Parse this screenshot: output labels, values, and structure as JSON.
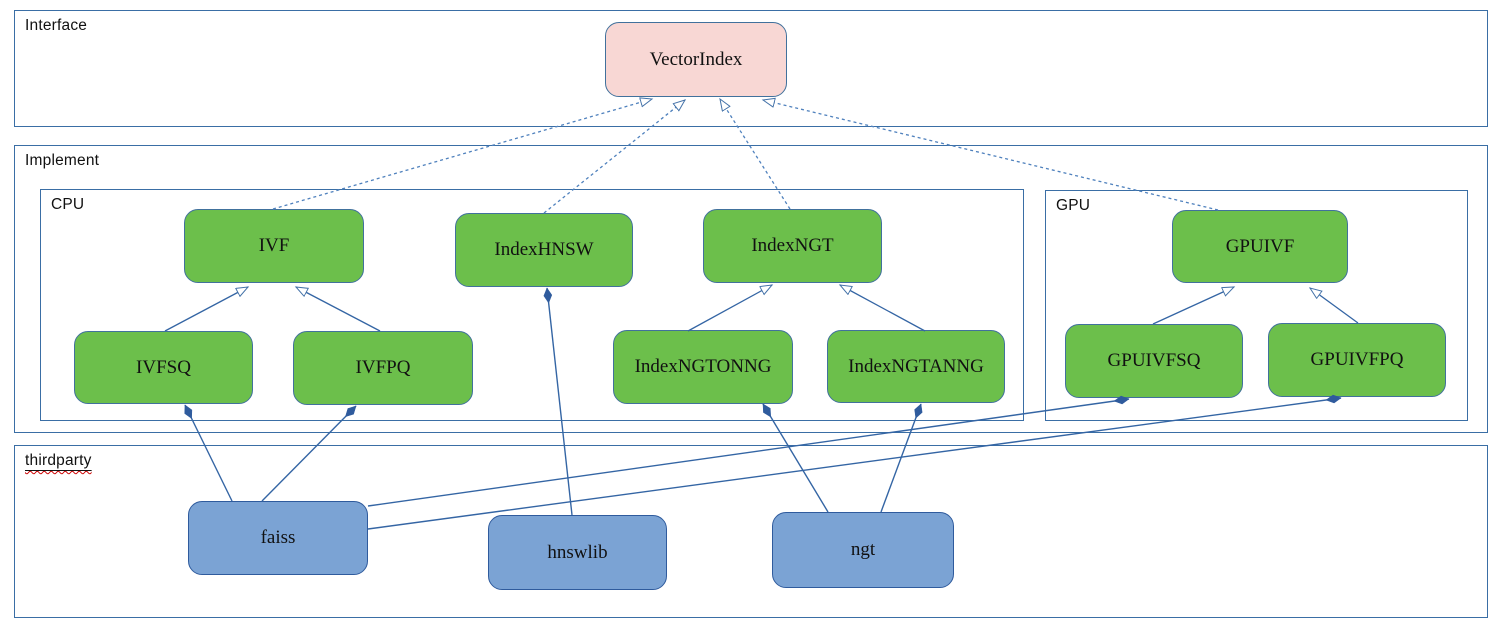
{
  "diagram": {
    "containers": {
      "interface": {
        "label": "Interface"
      },
      "implement": {
        "label": "Implement"
      },
      "cpu": {
        "label": "CPU"
      },
      "gpu": {
        "label": "GPU"
      },
      "thirdparty": {
        "label": "thirdparty"
      }
    },
    "nodes": {
      "vector_index": {
        "label": "VectorIndex",
        "kind": "interface"
      },
      "ivf": {
        "label": "IVF",
        "kind": "class"
      },
      "index_hnsw": {
        "label": "IndexHNSW",
        "kind": "class"
      },
      "index_ngt": {
        "label": "IndexNGT",
        "kind": "class"
      },
      "gpuivf": {
        "label": "GPUIVF",
        "kind": "class"
      },
      "ivfsq": {
        "label": "IVFSQ",
        "kind": "class"
      },
      "ivfpq": {
        "label": "IVFPQ",
        "kind": "class"
      },
      "index_ngtonng": {
        "label": "IndexNGTONNG",
        "kind": "class"
      },
      "index_ngtanng": {
        "label": "IndexNGTANNG",
        "kind": "class"
      },
      "gpuivfsq": {
        "label": "GPUIVFSQ",
        "kind": "class"
      },
      "gpuivfpq": {
        "label": "GPUIVFPQ",
        "kind": "class"
      },
      "faiss": {
        "label": "faiss",
        "kind": "thirdparty"
      },
      "hnswlib": {
        "label": "hnswlib",
        "kind": "thirdparty"
      },
      "ngt": {
        "label": "ngt",
        "kind": "thirdparty"
      }
    },
    "relationships": [
      {
        "from": "IVF",
        "to": "VectorIndex",
        "type": "realization"
      },
      {
        "from": "IndexHNSW",
        "to": "VectorIndex",
        "type": "realization"
      },
      {
        "from": "IndexNGT",
        "to": "VectorIndex",
        "type": "realization"
      },
      {
        "from": "GPUIVF",
        "to": "VectorIndex",
        "type": "realization"
      },
      {
        "from": "IVFSQ",
        "to": "IVF",
        "type": "inheritance"
      },
      {
        "from": "IVFPQ",
        "to": "IVF",
        "type": "inheritance"
      },
      {
        "from": "IndexNGTONNG",
        "to": "IndexNGT",
        "type": "inheritance"
      },
      {
        "from": "IndexNGTANNG",
        "to": "IndexNGT",
        "type": "inheritance"
      },
      {
        "from": "GPUIVFSQ",
        "to": "GPUIVF",
        "type": "inheritance"
      },
      {
        "from": "GPUIVFPQ",
        "to": "GPUIVF",
        "type": "inheritance"
      },
      {
        "from": "IVFSQ",
        "to": "faiss",
        "type": "composition"
      },
      {
        "from": "IVFPQ",
        "to": "faiss",
        "type": "composition"
      },
      {
        "from": "GPUIVFSQ",
        "to": "faiss",
        "type": "composition"
      },
      {
        "from": "GPUIVFPQ",
        "to": "faiss",
        "type": "composition"
      },
      {
        "from": "IndexHNSW",
        "to": "hnswlib",
        "type": "composition"
      },
      {
        "from": "IndexNGTONNG",
        "to": "ngt",
        "type": "composition"
      },
      {
        "from": "IndexNGTANNG",
        "to": "ngt",
        "type": "composition"
      }
    ],
    "colors": {
      "interface_fill": "#f8d7d4",
      "class_fill": "#6cbf4b",
      "thirdparty_fill": "#7ba3d4",
      "node_border": "#41719c",
      "container_border": "#3a6ea5",
      "edge_line": "#3465a4",
      "dashed_line": "#4f81bd",
      "spellcheck_wave": "#cc0000"
    }
  }
}
